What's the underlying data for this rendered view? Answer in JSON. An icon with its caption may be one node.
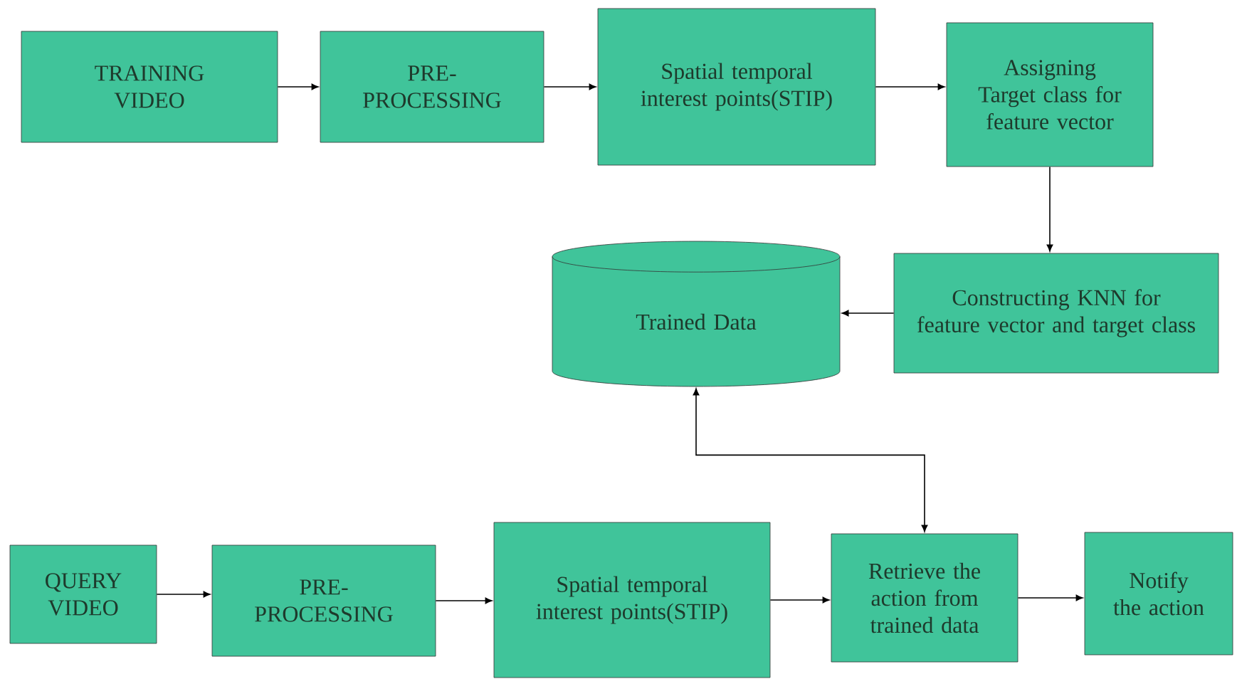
{
  "diagram": {
    "nodes": [
      {
        "text": [
          "TRAINING VIDEO"
        ]
      },
      {
        "text": [
          "PRE-PROCESSING"
        ]
      },
      {
        "text": [
          "Spatial temporal interest points(STIP)"
        ]
      },
      {
        "text": [
          "Assigning Target class for feature vector"
        ]
      },
      {
        "text": [
          "Trained Data"
        ]
      },
      {
        "text": [
          "Constructing KNN for feature vector and target class"
        ]
      },
      {
        "text": [
          "QUERY VIDEO"
        ]
      },
      {
        "text": [
          "PRE-PROCESSING"
        ]
      },
      {
        "text": [
          "Spatial temporal interest points(STIP)"
        ]
      },
      {
        "text": [
          "Retrieve the action from trained data"
        ]
      },
      {
        "text": [
          "Notify the action"
        ]
      }
    ],
    "edges": [
      {
        "from": 0,
        "to": 1,
        "arrow": "to"
      },
      {
        "from": 1,
        "to": 2,
        "arrow": "to"
      },
      {
        "from": 2,
        "to": 3,
        "arrow": "to"
      },
      {
        "from": 3,
        "to": 5,
        "arrow": "to"
      },
      {
        "from": 5,
        "to": 4,
        "arrow": "to"
      },
      {
        "from": 9,
        "to": 4,
        "arrow": "both"
      },
      {
        "from": 6,
        "to": 7,
        "arrow": "to"
      },
      {
        "from": 7,
        "to": 8,
        "arrow": "to"
      },
      {
        "from": 8,
        "to": 9,
        "arrow": "to"
      },
      {
        "from": 9,
        "to": 10,
        "arrow": "to"
      }
    ]
  }
}
